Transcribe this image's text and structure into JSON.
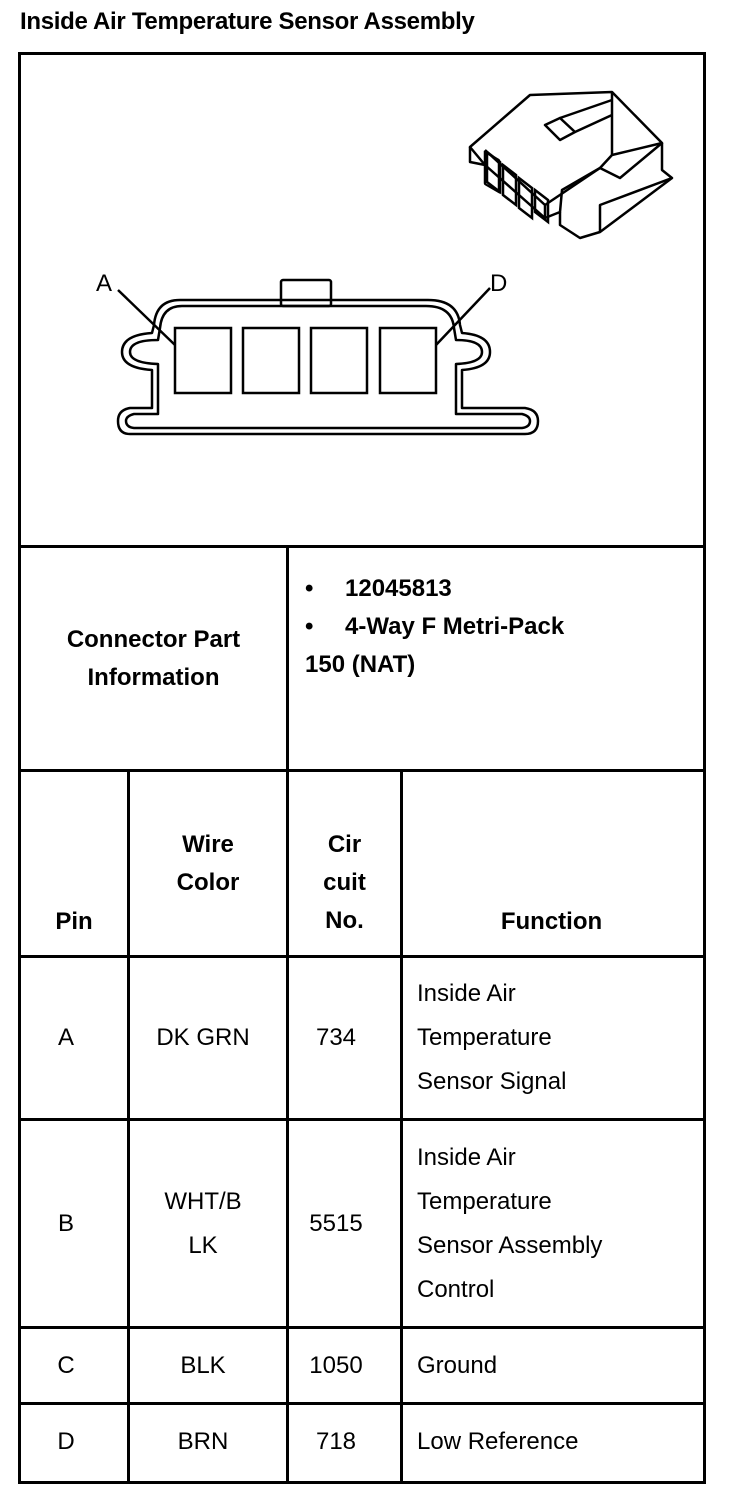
{
  "title": "Inside Air Temperature Sensor Assembly",
  "diagram": {
    "label_a": "A",
    "label_d": "D"
  },
  "connector_info": {
    "label": "Connector Part Information",
    "part_number": "12045813",
    "description_line1": "4-Way F Metri-Pack",
    "description_line2": "150 (NAT)"
  },
  "table": {
    "headers": {
      "pin": "Pin",
      "wire_color": [
        "Wire",
        "Color"
      ],
      "circuit_no": [
        "Cir",
        "cuit",
        "No."
      ],
      "function": "Function"
    },
    "rows": [
      {
        "pin": "A",
        "wire_color": [
          "DK GRN"
        ],
        "circuit": "734",
        "function": [
          "Inside Air",
          "Temperature",
          "Sensor Signal"
        ]
      },
      {
        "pin": "B",
        "wire_color": [
          "WHT/B",
          "LK"
        ],
        "circuit": "5515",
        "function": [
          "Inside Air",
          "Temperature",
          "Sensor Assembly",
          "Control"
        ]
      },
      {
        "pin": "C",
        "wire_color": [
          "BLK"
        ],
        "circuit": "1050",
        "function": [
          "Ground"
        ]
      },
      {
        "pin": "D",
        "wire_color": [
          "BRN"
        ],
        "circuit": "718",
        "function": [
          "Low Reference"
        ]
      }
    ]
  }
}
